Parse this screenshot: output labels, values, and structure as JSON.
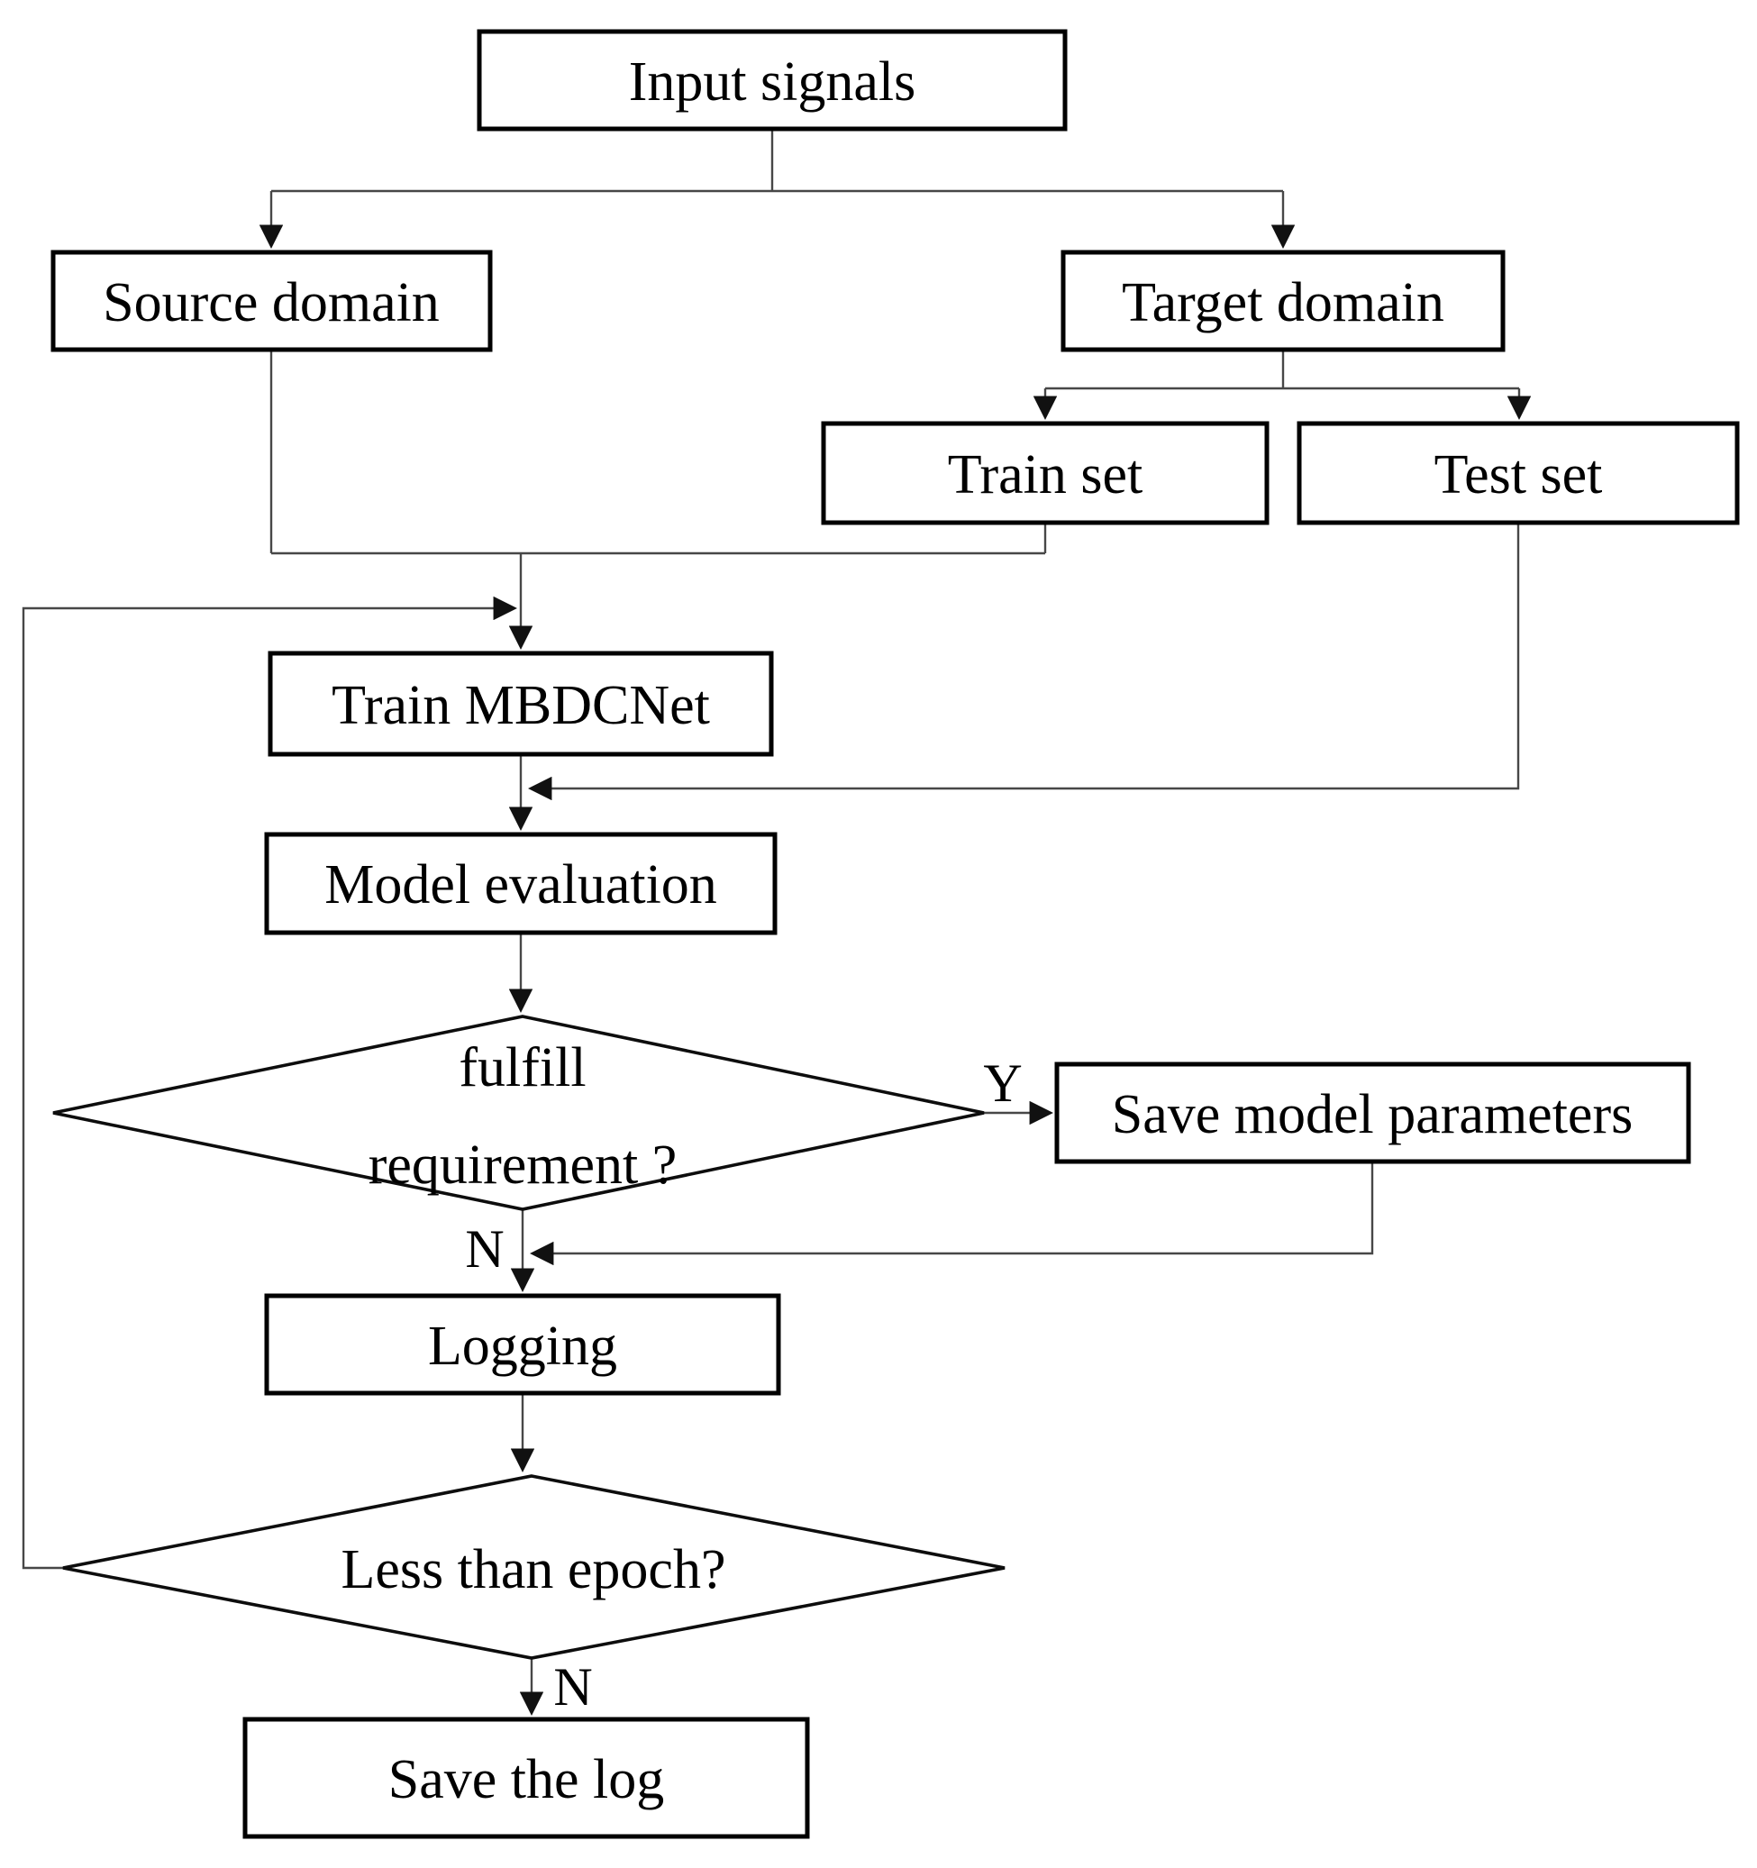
{
  "diagram": {
    "background_color": "#ffffff",
    "line_color": "#474747",
    "border_color": "#000000",
    "text_color": "#000000",
    "nodes": {
      "input_signals": {
        "type": "process",
        "label": "Input signals"
      },
      "source_domain": {
        "type": "process",
        "label": "Source domain"
      },
      "target_domain": {
        "type": "process",
        "label": "Target domain"
      },
      "train_set": {
        "type": "process",
        "label": "Train set"
      },
      "test_set": {
        "type": "process",
        "label": "Test set"
      },
      "train_mbdcnet": {
        "type": "process",
        "label": "Train MBDCNet"
      },
      "model_evaluation": {
        "type": "process",
        "label": "Model evaluation"
      },
      "fulfill_requirement": {
        "type": "decision",
        "line1": "fulfill",
        "line2": "requirement ?"
      },
      "save_model_parameters": {
        "type": "process",
        "label": "Save model parameters"
      },
      "logging": {
        "type": "process",
        "label": "Logging"
      },
      "less_than_epoch": {
        "type": "decision",
        "label": "Less than epoch?"
      },
      "save_the_log": {
        "type": "process",
        "label": "Save the log"
      }
    },
    "edge_labels": {
      "fulfill_yes": "Y",
      "fulfill_no": "N",
      "epoch_no": "N"
    }
  }
}
